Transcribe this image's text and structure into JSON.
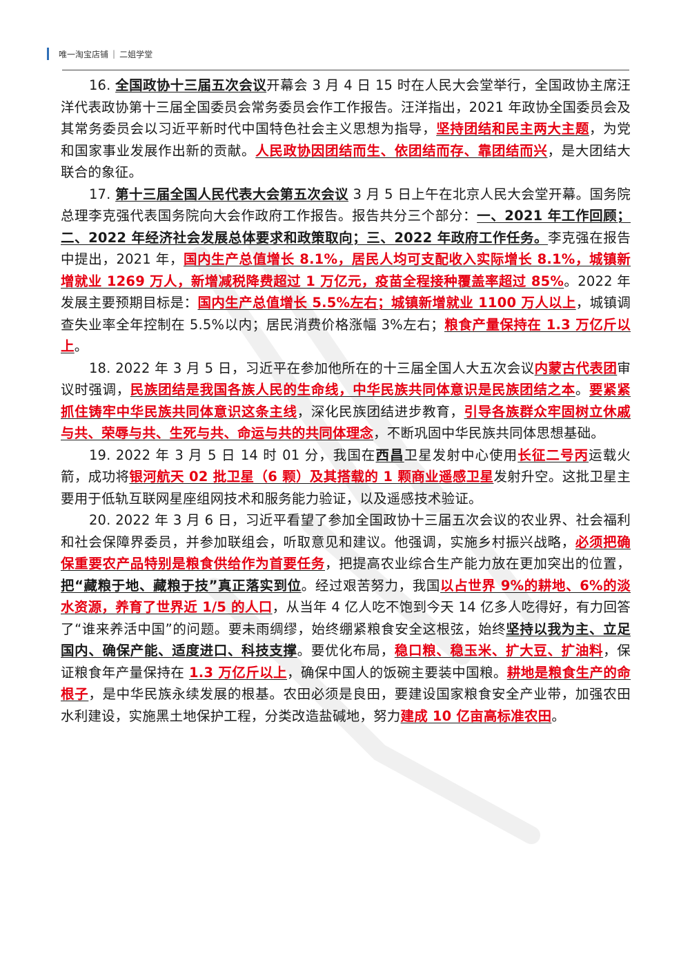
{
  "header": {
    "left": "唯一淘宝店铺",
    "right": "二姐学堂"
  },
  "colors": {
    "accent": "#2f6fb7",
    "highlight": "#e60012"
  },
  "paragraphs": [
    {
      "segments": [
        {
          "t": "n",
          "text": "16. "
        },
        {
          "t": "b",
          "text": "全国政协十三届五次会议"
        },
        {
          "t": "n",
          "text": "开幕会 3 月 4 日 15 时在人民大会堂举行，全国政协主席汪洋代表政协第十三届全国委员会常务委员会作工作报告。汪洋指出，2021 年政协全国委员会及其常务委员会以习近平新时代中国特色社会主义思想为指导，"
        },
        {
          "t": "r",
          "text": "坚持团结和民主两大主题"
        },
        {
          "t": "n",
          "text": "，为党和国家事业发展作出新的贡献。"
        },
        {
          "t": "r",
          "text": "人民政协因团结而生、依团结而存、靠团结而兴"
        },
        {
          "t": "n",
          "text": "，是大团结大联合的象征。"
        }
      ]
    },
    {
      "segments": [
        {
          "t": "n",
          "text": "17. "
        },
        {
          "t": "b",
          "text": "第十三届全国人民代表大会第五次会议"
        },
        {
          "t": "n",
          "text": " 3 月 5 日上午在北京人民大会堂开幕。国务院总理李克强代表国务院向大会作政府工作报告。报告共分三个部分："
        },
        {
          "t": "b",
          "text": "一、2021 年工作回顾；二、2022 年经济社会发展总体要求和政策取向；三、2022 年政府工作任务。"
        },
        {
          "t": "n",
          "text": "李克强在报告中提出，2021 年，"
        },
        {
          "t": "r",
          "text": "国内生产总值增长 8.1%，居民人均可支配收入实际增长 8.1%，城镇新增就业 1269 万人，新增减税降费超过 1 万亿元，疫苗全程接种覆盖率超过 85%"
        },
        {
          "t": "n",
          "text": "。2022 年发展主要预期目标是："
        },
        {
          "t": "r",
          "text": "国内生产总值增长 5.5%左右；城镇新增就业 1100 万人以上"
        },
        {
          "t": "n",
          "text": "，城镇调查失业率全年控制在 5.5%以内；居民消费价格涨幅 3%左右；"
        },
        {
          "t": "r",
          "text": "粮食产量保持在 1.3 万亿斤以上"
        },
        {
          "t": "n",
          "text": "。"
        }
      ]
    },
    {
      "segments": [
        {
          "t": "n",
          "text": "18. 2022 年 3 月 5 日，习近平在参加他所在的十三届全国人大五次会议"
        },
        {
          "t": "r",
          "text": "内蒙古代表团"
        },
        {
          "t": "n",
          "text": "审议时强调，"
        },
        {
          "t": "r",
          "text": "民族团结是我国各族人民的生命线，中华民族共同体意识是民族团结之本"
        },
        {
          "t": "n",
          "text": "。"
        },
        {
          "t": "r",
          "text": "要紧紧抓住铸牢中华民族共同体意识这条主线"
        },
        {
          "t": "n",
          "text": "，深化民族团结进步教育，"
        },
        {
          "t": "r",
          "text": "引导各族群众牢固树立休戚与共、荣辱与共、生死与共、命运与共的共同体理念"
        },
        {
          "t": "n",
          "text": "，不断巩固中华民族共同体思想基础。"
        }
      ]
    },
    {
      "segments": [
        {
          "t": "n",
          "text": "19. 2022 年 3 月 5 日 14 时 01 分，我国在"
        },
        {
          "t": "b",
          "text": "西昌"
        },
        {
          "t": "n",
          "text": "卫星发射中心使用"
        },
        {
          "t": "r",
          "text": "长征二号丙"
        },
        {
          "t": "n",
          "text": "运载火箭，成功将"
        },
        {
          "t": "r",
          "text": "银河航天 02 批卫星（6 颗）及其搭载的 1 颗商业遥感卫星"
        },
        {
          "t": "n",
          "text": "发射升空。这批卫星主要用于低轨互联网星座组网技术和服务能力验证，以及遥感技术验证。"
        }
      ]
    },
    {
      "segments": [
        {
          "t": "n",
          "text": "20. 2022 年 3 月 6 日，习近平看望了参加全国政协十三届五次会议的农业界、社会福利和社会保障界委员，并参加联组会，听取意见和建议。他强调，实施乡村振兴战略，"
        },
        {
          "t": "r",
          "text": "必须把确保重要农产品特别是粮食供给作为首要任务"
        },
        {
          "t": "n",
          "text": "，把提高农业综合生产能力放在更加突出的位置，"
        },
        {
          "t": "b",
          "text": "把“藏粮于地、藏粮于技”真正落实到位"
        },
        {
          "t": "n",
          "text": "。经过艰苦努力，我国"
        },
        {
          "t": "r",
          "text": "以占世界 9%的耕地、6%的淡水资源，养育了世界近 1/5 的人口"
        },
        {
          "t": "n",
          "text": "，从当年 4 亿人吃不饱到今天 14 亿多人吃得好，有力回答了“谁来养活中国”的问题。要未雨绸缪，始终绷紧粮食安全这根弦，始终"
        },
        {
          "t": "b",
          "text": "坚持以我为主、立足国内、确保产能、适度进口、科技支撑"
        },
        {
          "t": "n",
          "text": "。要优化布局，"
        },
        {
          "t": "r",
          "text": "稳口粮、稳玉米、扩大豆、扩油料"
        },
        {
          "t": "n",
          "text": "，保证粮食年产量保持在 "
        },
        {
          "t": "r",
          "text": "1.3 万亿斤以上"
        },
        {
          "t": "n",
          "text": "，确保中国人的饭碗主要装中国粮。"
        },
        {
          "t": "r",
          "text": "耕地是粮食生产的命根子"
        },
        {
          "t": "n",
          "text": "，是中华民族永续发展的根基。农田必须是良田，要建设国家粮食安全产业带，加强农田水利建设，实施黑土地保护工程，分类改造盐碱地，努力"
        },
        {
          "t": "r",
          "text": "建成 10 亿亩高标准农田"
        },
        {
          "t": "n",
          "text": "。"
        }
      ]
    }
  ]
}
